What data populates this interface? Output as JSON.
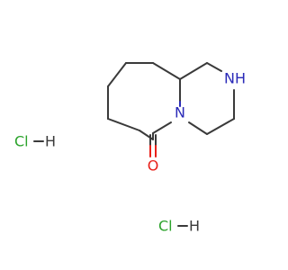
{
  "molecule": {
    "atoms": {
      "nitrogen_ring": "N",
      "amine": "NH",
      "oxygen": "O"
    },
    "salts": [
      {
        "cl": "Cl",
        "h": "H"
      },
      {
        "cl": "Cl",
        "h": "H"
      }
    ]
  },
  "colors": {
    "bond": "#3a3a3a",
    "nitrogen": "#2a2ab8",
    "oxygen": "#e8201a",
    "chlorine": "#2ba32b"
  }
}
